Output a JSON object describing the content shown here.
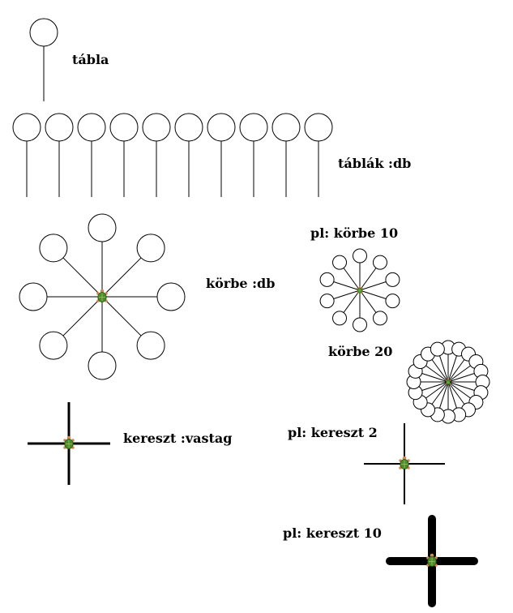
{
  "labels": {
    "tabla": "tábla",
    "tablak": "táblák :db",
    "korbe": "körbe :db",
    "pl_korbe10": "pl: körbe 10",
    "korbe20": "körbe 20",
    "kereszt": "kereszt :vastag",
    "pl_kereszt2": "pl: kereszt 2",
    "pl_kereszt10": "pl: kereszt 10"
  },
  "figures": {
    "tablak_count": 10,
    "korbe_large_count": 8,
    "korbe_example_1_count": 10,
    "korbe_example_2_count": 20,
    "kereszt_example_1_thickness": 2,
    "kereszt_example_2_thickness": 10
  },
  "colors": {
    "line": "#000000",
    "turtle_shell": "#4e8a2a",
    "turtle_skin": "#c98a5a"
  },
  "icons": {
    "turtle": "turtle-icon"
  }
}
